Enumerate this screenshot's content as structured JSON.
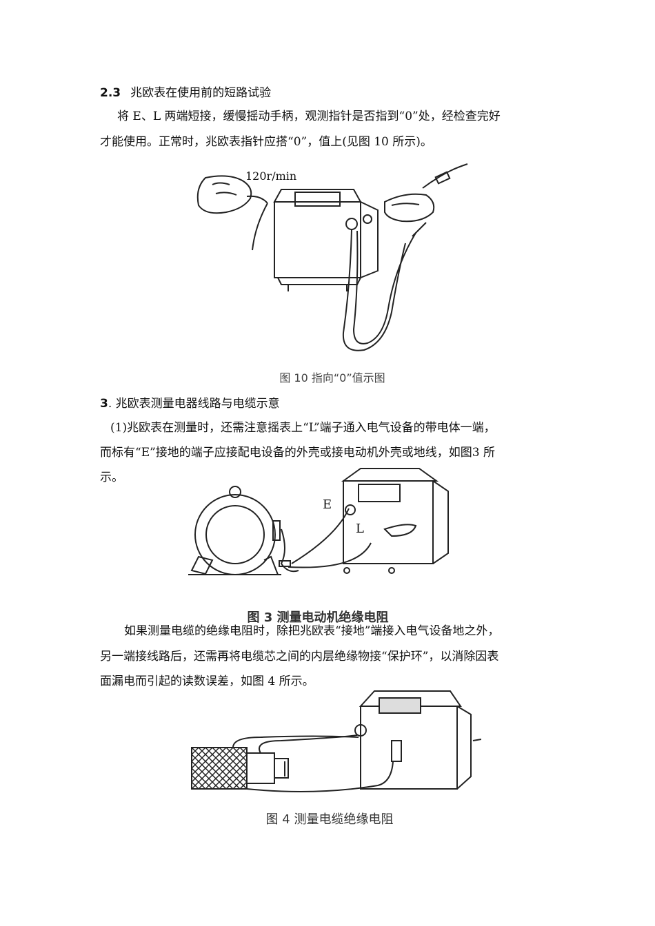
{
  "section_2_3": {
    "number": "2.3",
    "title": "兆欧表在使用前的短路试验",
    "para_line1": "将 E、L 两端短接，缓慢摇动手柄，观测指针是否指到“0”处，经检查完好",
    "para_line2": "才能使用。正常时，兆欧表指针应搭“0”，值上(见图 10 所示)。"
  },
  "figure10": {
    "speed_label": "120r/min",
    "caption": "图 10  指向“0”值示图"
  },
  "section_3": {
    "number": "3",
    "title": ". 兆欧表测量电器线路与电缆示意",
    "para1_line1": "(1)兆欧表在测量时，还需注意摇表上“L”端子通入电气设备的带电体一端，",
    "para1_line2": "而标有“E”接地的端子应接配电设备的外壳或接电动机外壳或地线，如图3 所",
    "para1_line3": "示。"
  },
  "figure3": {
    "label_e": "E",
    "label_l": "L",
    "caption": "图 3  测量电动机绝缘电阻"
  },
  "para2": {
    "line1": "如果测量电缆的绝缘电阻时，除把兆欧表“接地”端接入电气设备地之外，",
    "line2": "另一端接线路后，还需再将电缆芯之间的内层绝缘物接“保护环”，以消除因表",
    "line3": "面漏电而引起的读数误差，如图 4 所示。"
  },
  "figure4": {
    "caption": "图 4  测量电缆绝缘电阻"
  }
}
